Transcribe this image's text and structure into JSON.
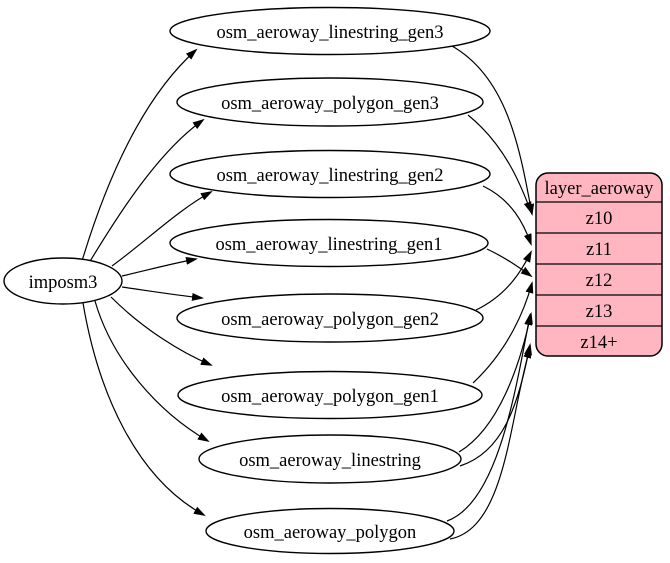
{
  "diagram": {
    "source": {
      "label": "imposm3"
    },
    "tables": [
      {
        "label": "osm_aeroway_linestring_gen3"
      },
      {
        "label": "osm_aeroway_polygon_gen3"
      },
      {
        "label": "osm_aeroway_linestring_gen2"
      },
      {
        "label": "osm_aeroway_linestring_gen1"
      },
      {
        "label": "osm_aeroway_polygon_gen2"
      },
      {
        "label": "osm_aeroway_polygon_gen1"
      },
      {
        "label": "osm_aeroway_linestring"
      },
      {
        "label": "osm_aeroway_polygon"
      }
    ],
    "layer": {
      "title": "layer_aeroway",
      "rows": [
        "z10",
        "z11",
        "z12",
        "z13",
        "z14+"
      ]
    },
    "edges": [
      {
        "from": "imposm3",
        "to": "osm_aeroway_linestring_gen3"
      },
      {
        "from": "imposm3",
        "to": "osm_aeroway_polygon_gen3"
      },
      {
        "from": "imposm3",
        "to": "osm_aeroway_linestring_gen2"
      },
      {
        "from": "imposm3",
        "to": "osm_aeroway_linestring_gen1"
      },
      {
        "from": "imposm3",
        "to": "osm_aeroway_polygon_gen2"
      },
      {
        "from": "imposm3",
        "to": "osm_aeroway_polygon_gen1"
      },
      {
        "from": "imposm3",
        "to": "osm_aeroway_linestring"
      },
      {
        "from": "imposm3",
        "to": "osm_aeroway_polygon"
      },
      {
        "from": "osm_aeroway_linestring_gen3",
        "to": "z10"
      },
      {
        "from": "osm_aeroway_polygon_gen3",
        "to": "z10"
      },
      {
        "from": "osm_aeroway_linestring_gen2",
        "to": "z11"
      },
      {
        "from": "osm_aeroway_polygon_gen2",
        "to": "z11"
      },
      {
        "from": "osm_aeroway_linestring_gen1",
        "to": "z12"
      },
      {
        "from": "osm_aeroway_polygon_gen1",
        "to": "z12"
      },
      {
        "from": "osm_aeroway_linestring",
        "to": "z13"
      },
      {
        "from": "osm_aeroway_polygon",
        "to": "z13"
      },
      {
        "from": "osm_aeroway_linestring",
        "to": "z14+"
      },
      {
        "from": "osm_aeroway_polygon",
        "to": "z14+"
      }
    ],
    "colors": {
      "layer_fill": "#ffb6c1",
      "node_fill": "#ffffff",
      "stroke": "#000000"
    }
  }
}
